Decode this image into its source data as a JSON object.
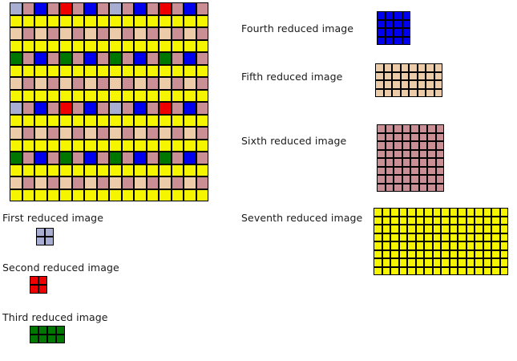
{
  "palette": {
    "lightblue": "#a8aed2",
    "rose": "#c98f94",
    "blue": "#0000ee",
    "red": "#ee0000",
    "yellow": "#f5f500",
    "tan": "#eccba8",
    "green": "#007700",
    "border": "#000000",
    "background": "#ffffff",
    "text": "#1a1a1a"
  },
  "main_image": {
    "name": "source-mosaic",
    "columns": 16,
    "rows": 16,
    "tile_period": 8,
    "row_patterns": [
      [
        "lightblue",
        "rose",
        "blue",
        "rose",
        "red",
        "rose",
        "blue",
        "rose"
      ],
      [
        "yellow",
        "yellow",
        "yellow",
        "yellow",
        "yellow",
        "yellow",
        "yellow",
        "yellow"
      ],
      [
        "tan",
        "rose",
        "tan",
        "rose",
        "tan",
        "rose",
        "tan",
        "rose"
      ],
      [
        "yellow",
        "yellow",
        "yellow",
        "yellow",
        "yellow",
        "yellow",
        "yellow",
        "yellow"
      ],
      [
        "green",
        "rose",
        "blue",
        "rose",
        "green",
        "rose",
        "blue",
        "rose"
      ],
      [
        "yellow",
        "yellow",
        "yellow",
        "yellow",
        "yellow",
        "yellow",
        "yellow",
        "yellow"
      ],
      [
        "tan",
        "rose",
        "tan",
        "rose",
        "tan",
        "rose",
        "tan",
        "rose"
      ],
      [
        "yellow",
        "yellow",
        "yellow",
        "yellow",
        "yellow",
        "yellow",
        "yellow",
        "yellow"
      ]
    ]
  },
  "reduced_images": [
    {
      "id": "first",
      "label": "First reduced image",
      "color": "lightblue",
      "columns": 2,
      "rows": 2,
      "count": 4
    },
    {
      "id": "second",
      "label": "Second reduced image",
      "color": "red",
      "columns": 2,
      "rows": 2,
      "count": 4
    },
    {
      "id": "third",
      "label": "Third reduced image",
      "color": "green",
      "columns": 4,
      "rows": 2,
      "count": 8
    },
    {
      "id": "fourth",
      "label": "Fourth reduced image",
      "color": "blue",
      "columns": 4,
      "rows": 4,
      "count": 16
    },
    {
      "id": "fifth",
      "label": "Fifth reduced image",
      "color": "tan",
      "columns": 8,
      "rows": 4,
      "count": 32
    },
    {
      "id": "sixth",
      "label": "Sixth reduced image",
      "color": "rose",
      "columns": 8,
      "rows": 8,
      "count": 64
    },
    {
      "id": "seventh",
      "label": "Seventh reduced image",
      "color": "yellow",
      "columns": 16,
      "rows": 8,
      "count": 128
    }
  ]
}
